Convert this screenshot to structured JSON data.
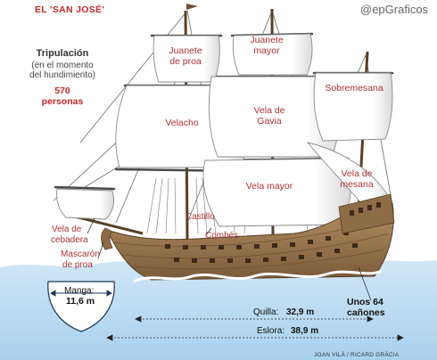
{
  "header": {
    "title": "EL 'SAN JOSÉ'",
    "brand": "@epGraficos"
  },
  "crew": {
    "heading": "Tripulación",
    "sub_line1": "(en el momento",
    "sub_line2": "del hundimiento)",
    "count": "570",
    "unit": "personas"
  },
  "sails": {
    "juanete_proa_1": "Juanete",
    "juanete_proa_2": "de proa",
    "juanete_mayor_1": "Juanete",
    "juanete_mayor_2": "mayor",
    "sobremesana": "Sobremesana",
    "velacho": "Velacho",
    "gavia_1": "Vela de",
    "gavia_2": "Gavia",
    "vela_mayor": "Vela mayor",
    "mesana_1": "Vela de",
    "mesana_2": "mesana",
    "cebadera_1": "Vela de",
    "cebadera_2": "cebadera"
  },
  "parts": {
    "castillo": "Castillo",
    "combes": "Combés",
    "mascaron_1": "Mascarón",
    "mascaron_2": "de proa",
    "cannons_1": "Unos 64",
    "cannons_2": "cañones"
  },
  "dimensions": {
    "manga_label": "Manga:",
    "manga_value": "11,6 m",
    "quilla_label": "Quilla:",
    "quilla_value": "32,9 m",
    "eslora_label": "Eslora:",
    "eslora_value": "38,9 m"
  },
  "credit": "JOAN VILÀ / RICARD GRÀCIA",
  "colors": {
    "accent": "#c62828",
    "water": "#b9daf2",
    "hull": "#a4825a",
    "sail": "#ffffff"
  }
}
